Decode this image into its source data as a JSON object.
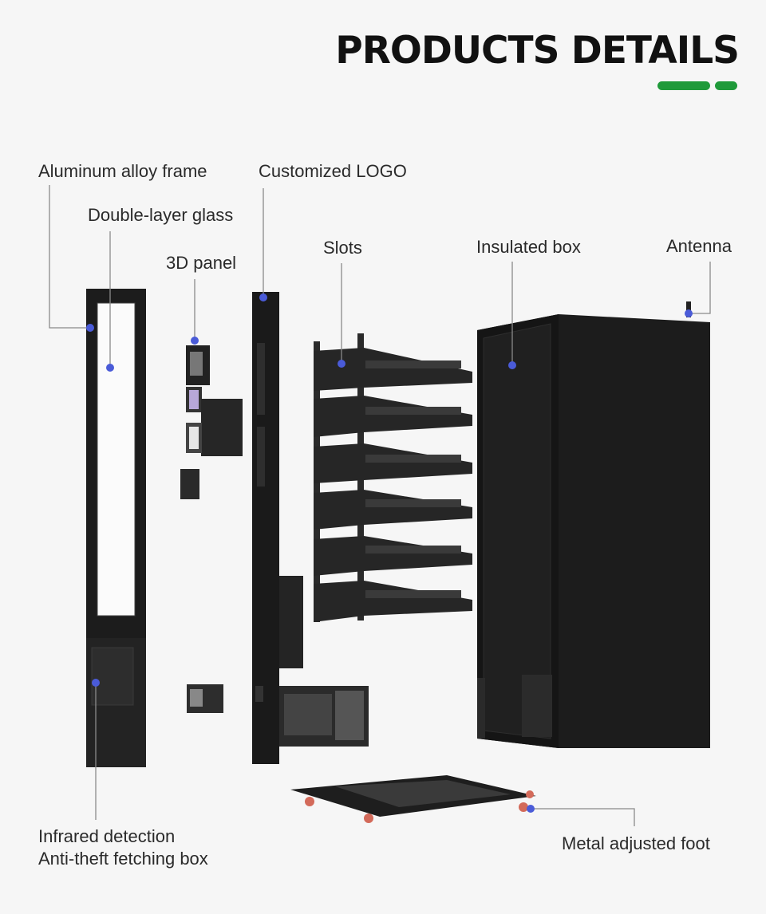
{
  "header": {
    "title": "PRODUCTS DETAILS",
    "accent_color": "#1f9a3a"
  },
  "callouts": {
    "aluminum_frame": "Aluminum alloy frame",
    "double_glass": "Double-layer glass",
    "panel_3d": "3D panel",
    "custom_logo": "Customized LOGO",
    "slots": "Slots",
    "insulated_box": "Insulated box",
    "antenna": "Antenna",
    "infrared_line1": "Infrared detection",
    "infrared_line2": "Anti-theft fetching box",
    "metal_foot": "Metal adjusted foot"
  },
  "colors": {
    "marker": "#4a5bd8",
    "body": "#1c1c1c",
    "background": "#f6f6f6"
  }
}
